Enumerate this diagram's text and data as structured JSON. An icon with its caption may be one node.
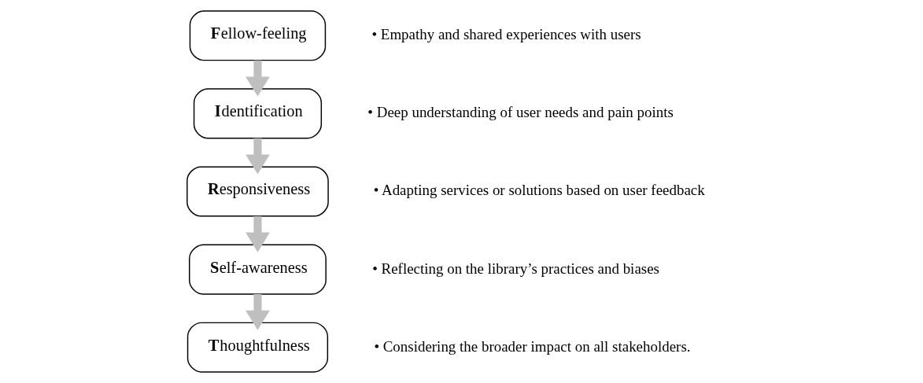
{
  "diagram": {
    "nodes": [
      {
        "text": [
          "**F**ellow-feeling"
        ],
        "beside": [
          "• Empathy and shared experiences with users"
        ]
      },
      {
        "text": [
          "**I**dentification"
        ],
        "beside": [
          "• Deep understanding of user needs and pain points"
        ]
      },
      {
        "text": [
          "**R**esponsiveness"
        ],
        "beside": [
          "• Adapting services or solutions based on user feedback"
        ]
      },
      {
        "text": [
          "**S**elf-awareness"
        ],
        "beside": [
          "• Reflecting on the library’s practices and biases"
        ]
      },
      {
        "text": [
          "**T**houghtfulness"
        ],
        "beside": [
          "• Considering the broader impact on all stakeholders."
        ]
      }
    ],
    "edges": [
      {
        "from": 0,
        "to": 1,
        "arrow": "to"
      },
      {
        "from": 1,
        "to": 2,
        "arrow": "to"
      },
      {
        "from": 2,
        "to": 3,
        "arrow": "to"
      },
      {
        "from": 3,
        "to": 4,
        "arrow": "to"
      }
    ]
  }
}
